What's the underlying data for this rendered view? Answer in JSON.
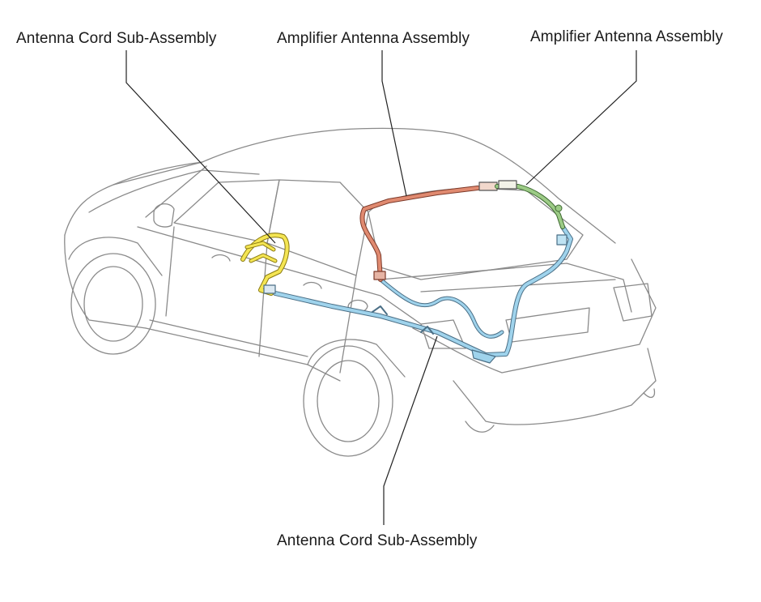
{
  "labels": {
    "top_left": "Antenna Cord Sub-Assembly",
    "top_center": "Amplifier Antenna Assembly",
    "top_right": "Amplifier Antenna Assembly",
    "bottom_center": "Antenna Cord Sub-Assembly"
  },
  "colors": {
    "background": "#ffffff",
    "outline": "#7a7a7a",
    "leader_line": "#222222",
    "yellow_cord": "#f2e24a",
    "red_amplifier": "#d9826a",
    "green_amplifier": "#8fbf7a",
    "blue_cord": "#8ccbe8"
  },
  "parts": [
    {
      "name": "antenna-cord-front",
      "color": "yellow"
    },
    {
      "name": "amplifier-antenna-left",
      "color": "red"
    },
    {
      "name": "amplifier-antenna-right",
      "color": "green"
    },
    {
      "name": "antenna-cord-rear",
      "color": "blue"
    }
  ]
}
